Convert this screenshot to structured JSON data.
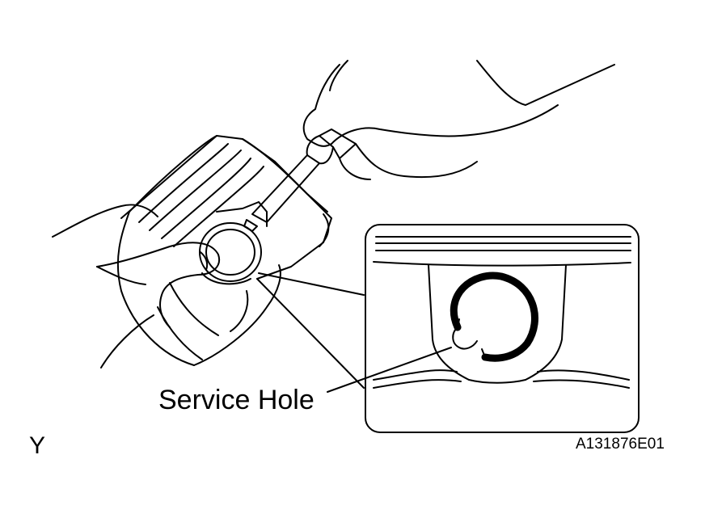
{
  "diagram": {
    "callout_label": "Service Hole",
    "view_letter": "Y",
    "figure_code": "A131876E01"
  },
  "colors": {
    "line": "#000000",
    "background": "#ffffff"
  },
  "icons": {
    "piston": "piston-illustration",
    "screwdriver": "screwdriver-icon",
    "hand": "hand-icon",
    "snap_ring": "snap-ring-icon"
  }
}
